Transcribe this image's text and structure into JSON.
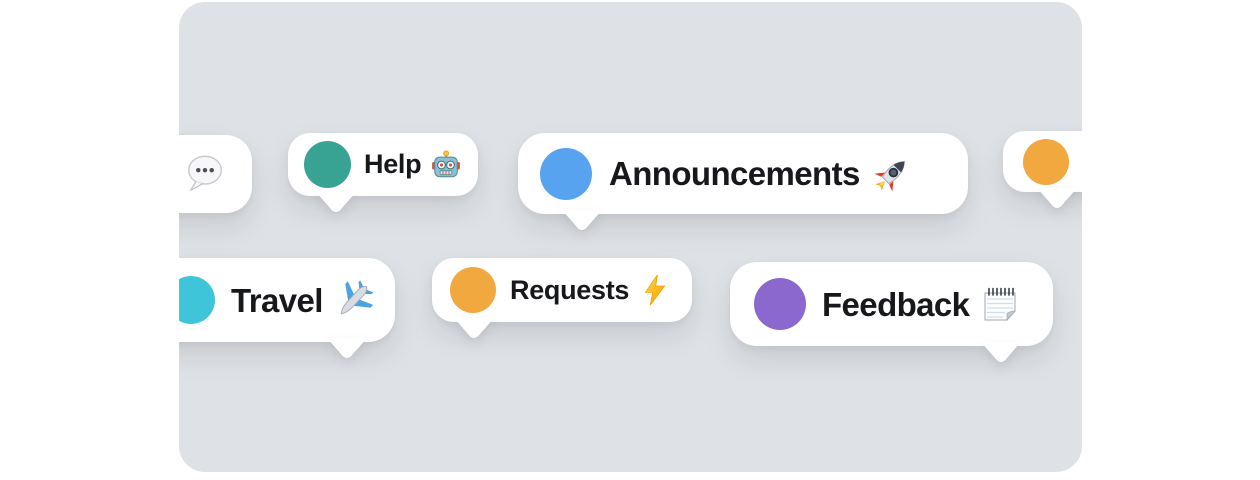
{
  "window": {
    "background_color": "#ffffff",
    "panel_color": "#dee1e5",
    "bubble_color": "#ffffff",
    "text_color": "#17181c"
  },
  "bubbles": [
    {
      "name": "chat",
      "label": "",
      "icon": "speech-balloon-icon",
      "circle_color": ""
    },
    {
      "name": "help",
      "label": "Help",
      "icon": "robot-icon",
      "circle_color": "#38a392"
    },
    {
      "name": "announcements",
      "label": "Announcements",
      "icon": "rocket-icon",
      "circle_color": "#57a3f0"
    },
    {
      "name": "orange",
      "label": "",
      "icon": "",
      "circle_color": "#f1a83e"
    },
    {
      "name": "travel",
      "label": "Travel",
      "icon": "airplane-icon",
      "circle_color": "#3fc5d9"
    },
    {
      "name": "requests",
      "label": "Requests",
      "icon": "lightning-icon",
      "circle_color": "#f1a83e"
    },
    {
      "name": "feedback",
      "label": "Feedback",
      "icon": "notepad-icon",
      "circle_color": "#8a68ce"
    }
  ]
}
